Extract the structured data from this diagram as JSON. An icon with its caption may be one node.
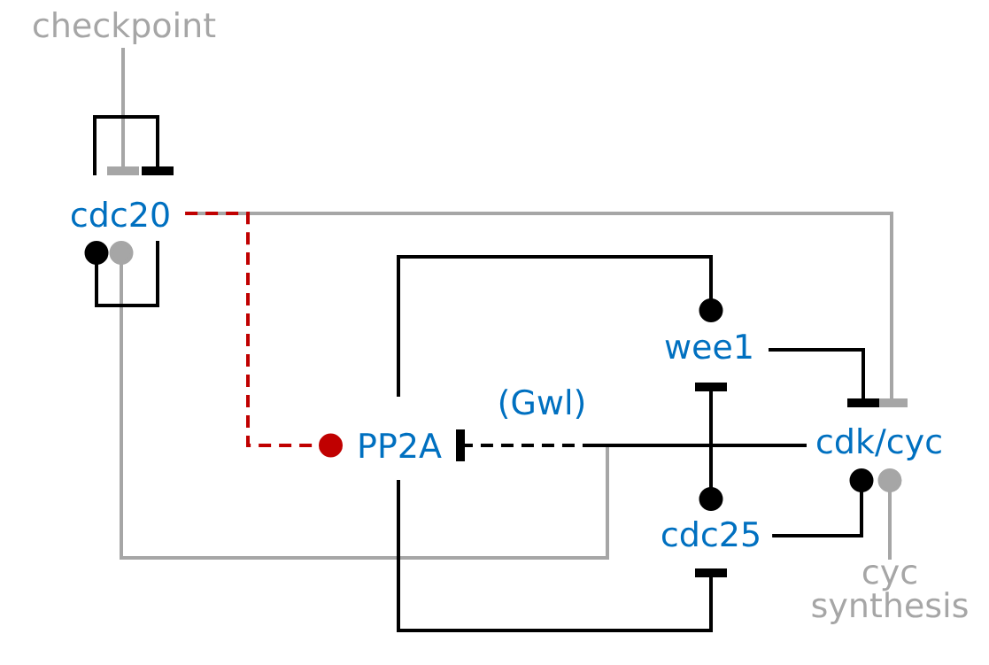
{
  "diagram": {
    "nodes": [
      {
        "text": [
          "checkpoint"
        ]
      },
      {
        "text": [
          "cdc20"
        ]
      },
      {
        "text": [
          "wee1"
        ]
      },
      {
        "text": [
          "PP2A"
        ]
      },
      {
        "text": [
          "cdk/cyc"
        ]
      },
      {
        "text": [
          "cdc25"
        ]
      },
      {
        "text": [
          "cyc synthesis"
        ]
      }
    ],
    "edges": [
      {
        "from": 0,
        "to": 1,
        "arrow": "other",
        "color": "#a6a6a6"
      },
      {
        "from": 4,
        "to": 1,
        "arrow": "other",
        "color": "#a6a6a6"
      },
      {
        "from": 1,
        "to": 4,
        "arrow": "other",
        "color": "#a6a6a6"
      },
      {
        "from": 6,
        "to": 4,
        "arrow": "other",
        "color": "#a6a6a6"
      },
      {
        "from": 1,
        "to": 1,
        "arrow": "other"
      },
      {
        "from": 1,
        "to": 1,
        "arrow": "other"
      },
      {
        "from": 1,
        "to": 3,
        "arrow": "other",
        "style": "dashed",
        "color": "#c00000"
      },
      {
        "from": 3,
        "to": 2,
        "arrow": "other"
      },
      {
        "from": 3,
        "to": 5,
        "arrow": "other"
      },
      {
        "from": 2,
        "to": 4,
        "arrow": "other"
      },
      {
        "from": 5,
        "to": 4,
        "arrow": "other"
      },
      {
        "from": 4,
        "to": 3,
        "arrow": "other",
        "style": "dashed",
        "label": "(Gwl)"
      },
      {
        "from": 4,
        "to": 2,
        "arrow": "other"
      },
      {
        "from": 4,
        "to": 5,
        "arrow": "other"
      }
    ]
  }
}
